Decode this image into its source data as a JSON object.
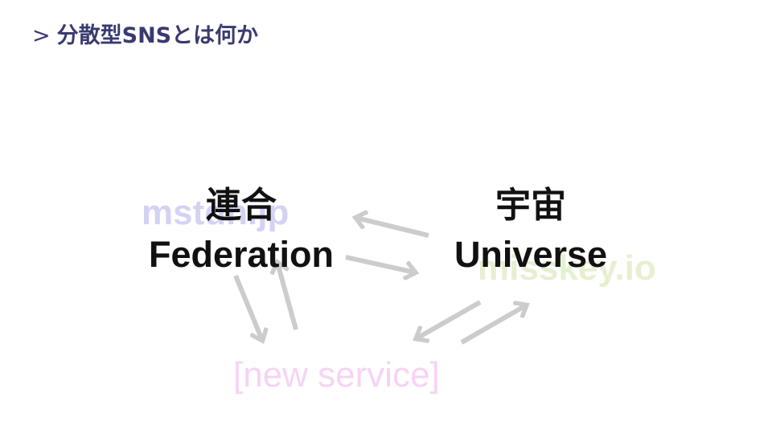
{
  "header": {
    "chevron": ">",
    "title": "分散型SNSとは何か"
  },
  "nodes": {
    "federation": {
      "jp": "連合",
      "en": "Federation"
    },
    "universe": {
      "jp": "宇宙",
      "en": "Universe"
    }
  },
  "services": {
    "mstdn": "mstdn.jp",
    "misskey": "misskey.io",
    "new": "[new service]"
  },
  "colors": {
    "header": "#3a3a72",
    "arrow": "#cccccc",
    "mstdn": "#d4d2f4",
    "misskey": "#e5f0d0",
    "new": "#f6d3f4"
  }
}
